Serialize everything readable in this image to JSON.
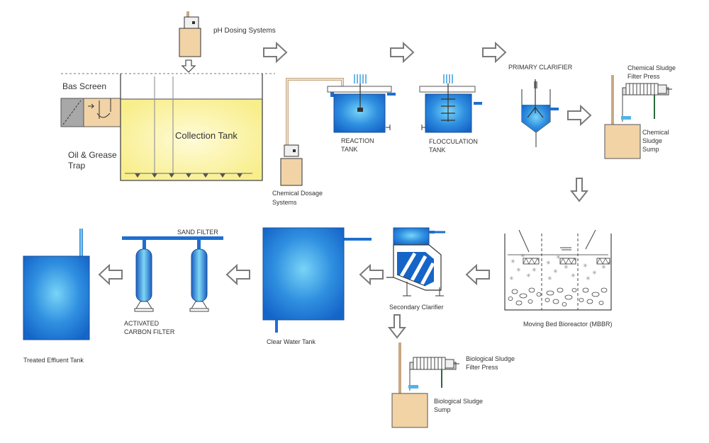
{
  "labels": {
    "ph_dosing": "pH Dosing Systems",
    "bas_screen": "Bas Screen",
    "collection_tank": "Collection Tank",
    "oil_grease_1": "Oil & Grease",
    "oil_grease_2": "Trap",
    "chem_dosage_1": "Chemical Dosage",
    "chem_dosage_2": "Systems",
    "reaction_1": "REACTION",
    "reaction_2": "TANK",
    "floc_1": "FLOCCULATION",
    "floc_2": "TANK",
    "primary_clarifier": "PRIMARY CLARIFIER",
    "chem_press_1": "Chemical Sludge",
    "chem_press_2": "Filter Press",
    "chem_sump_1": "Chemical",
    "chem_sump_2": "Sludge",
    "chem_sump_3": "Sump",
    "mbbr": "Moving Bed Bioreactor (MBBR)",
    "secondary_clarifier": "Secondary Clarifier",
    "bio_press_1": "Biological Sludge",
    "bio_press_2": "Filter Press",
    "bio_sump_1": "Biological Sludge",
    "bio_sump_2": "Sump",
    "clear_water": "Clear Water Tank",
    "sand_filter": "SAND FILTER",
    "carbon_1": "ACTIVATED",
    "carbon_2": "CARBON FILTER",
    "treated": "Treated Effluent Tank"
  },
  "colors": {
    "tank_blue": "#1565c8",
    "tank_blue_light": "#79d4f7",
    "yellow_fill": "#fdf6a8",
    "beige": "#f2d3a6",
    "arrow_gray": "#7a7a7a",
    "pipe_tan": "#c9a982"
  }
}
